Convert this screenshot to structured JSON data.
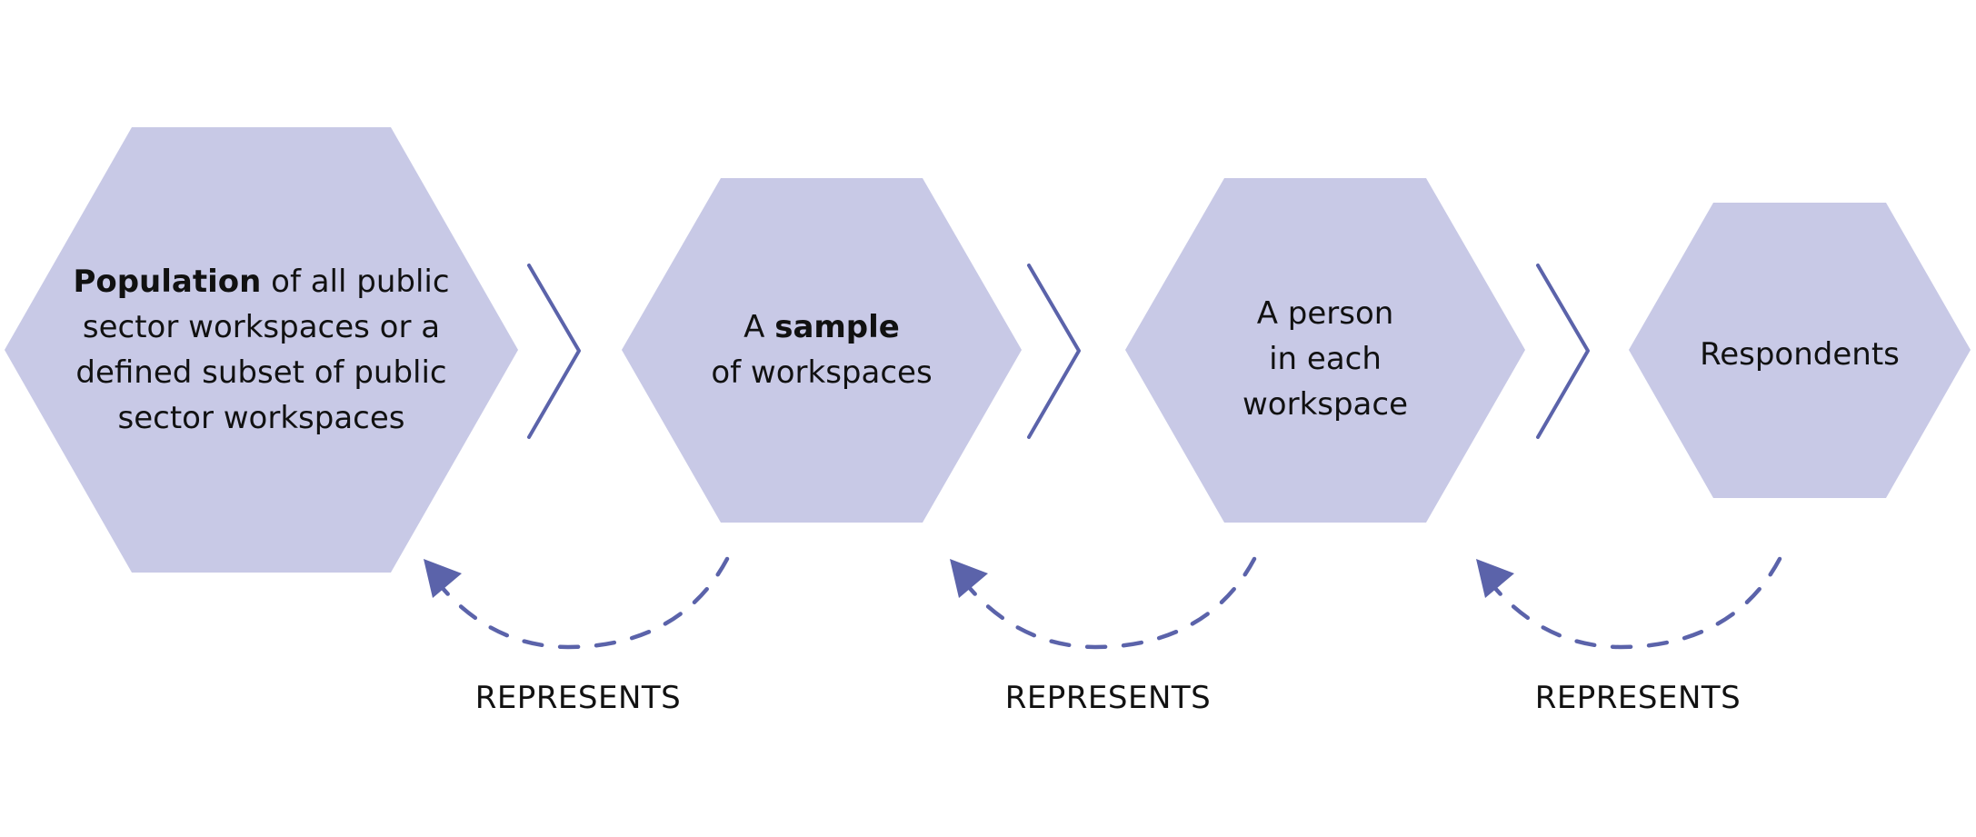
{
  "nodes": [
    {
      "id": "population",
      "bold": "Population",
      "rest": " of all public sector workspaces or a defined subset of public sector workspaces"
    },
    {
      "id": "sample",
      "lead": "A ",
      "bold": "sample",
      "rest": "of workspaces"
    },
    {
      "id": "person",
      "line1": "A person",
      "line2": "in each",
      "line3": "workspace"
    },
    {
      "id": "respondents",
      "text": "Respondents"
    }
  ],
  "represents_labels": [
    "REPRESENTS",
    "REPRESENTS",
    "REPRESENTS"
  ],
  "colors": {
    "hexagon_fill": "#c8c9e6",
    "accent": "#5b63aa",
    "text": "#111111"
  }
}
